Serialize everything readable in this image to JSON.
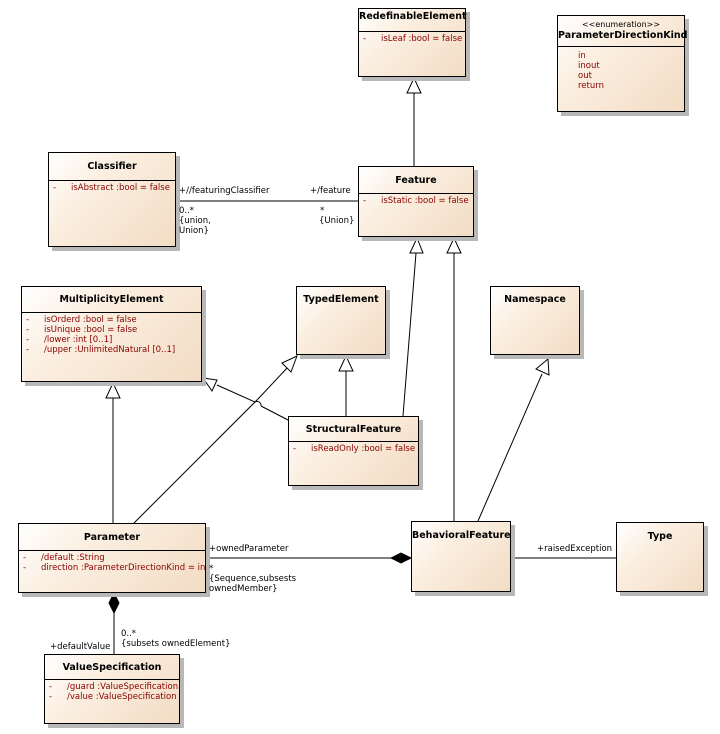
{
  "classes": {
    "redefinable_element": {
      "name": "RedefinableElement",
      "attrs": [
        {
          "vis": "-",
          "text": "isLeaf  :bool = false"
        }
      ]
    },
    "parameter_direction_kind": {
      "stereotype": "<<enumeration>>",
      "name": "ParameterDirectionKind",
      "literals": [
        "in",
        "inout",
        "out",
        "return"
      ]
    },
    "classifier": {
      "name": "Classifier",
      "attrs": [
        {
          "vis": "-",
          "text": "isAbstract  :bool = false"
        }
      ]
    },
    "feature": {
      "name": "Feature",
      "attrs": [
        {
          "vis": "-",
          "text": "isStatic  :bool = false"
        }
      ]
    },
    "multiplicity_element": {
      "name": "MultiplicityElement",
      "attrs": [
        {
          "vis": "-",
          "text": "isOrderd  :bool = false"
        },
        {
          "vis": "-",
          "text": "isUnique  :bool = false"
        },
        {
          "vis": "-",
          "text": "/lower  :int [0..1]"
        },
        {
          "vis": "-",
          "text": "/upper  :UnlimitedNatural [0..1]"
        }
      ]
    },
    "typed_element": {
      "name": "TypedElement"
    },
    "namespace": {
      "name": "Namespace"
    },
    "structural_feature": {
      "name": "StructuralFeature",
      "attrs": [
        {
          "vis": "-",
          "text": "isReadOnly  :bool = false"
        }
      ]
    },
    "parameter": {
      "name": "Parameter",
      "attrs": [
        {
          "vis": "-",
          "text": "/default  :String"
        },
        {
          "vis": "-",
          "text": "direction  :ParameterDirectionKind = in"
        }
      ]
    },
    "behavioral_feature": {
      "name": "BehavioralFeature"
    },
    "type": {
      "name": "Type"
    },
    "value_specification": {
      "name": "ValueSpecification",
      "attrs": [
        {
          "vis": "-",
          "text": "/guard  :ValueSpecification"
        },
        {
          "vis": "-",
          "text": "/value  :ValueSpecification"
        }
      ]
    }
  },
  "labels": {
    "featuring_classifier": "+//featuringClassifier",
    "feature_role": "+/feature",
    "classifier_mult": "0..*",
    "classifier_constraint_1": "{union,",
    "classifier_constraint_2": "Union}",
    "feature_mult": "*",
    "feature_constraint": "{Union}",
    "owned_parameter": "+ownedParameter",
    "owned_parameter_mult": "*",
    "owned_parameter_constraint_1": "{Sequence,subsests",
    "owned_parameter_constraint_2": "ownedMember}",
    "raised_exception": "+raisedException",
    "default_value": "+defaultValue",
    "default_value_mult": "0..*",
    "default_value_constraint": "{subsets ownedElement}"
  }
}
